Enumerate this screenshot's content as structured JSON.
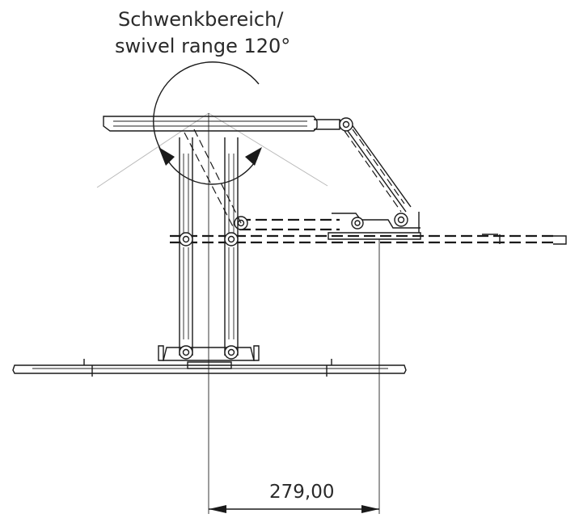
{
  "labels": {
    "swivel_de": "Schwenkbereich/",
    "swivel_en": "swivel range 120°",
    "dimension": "279,00"
  }
}
